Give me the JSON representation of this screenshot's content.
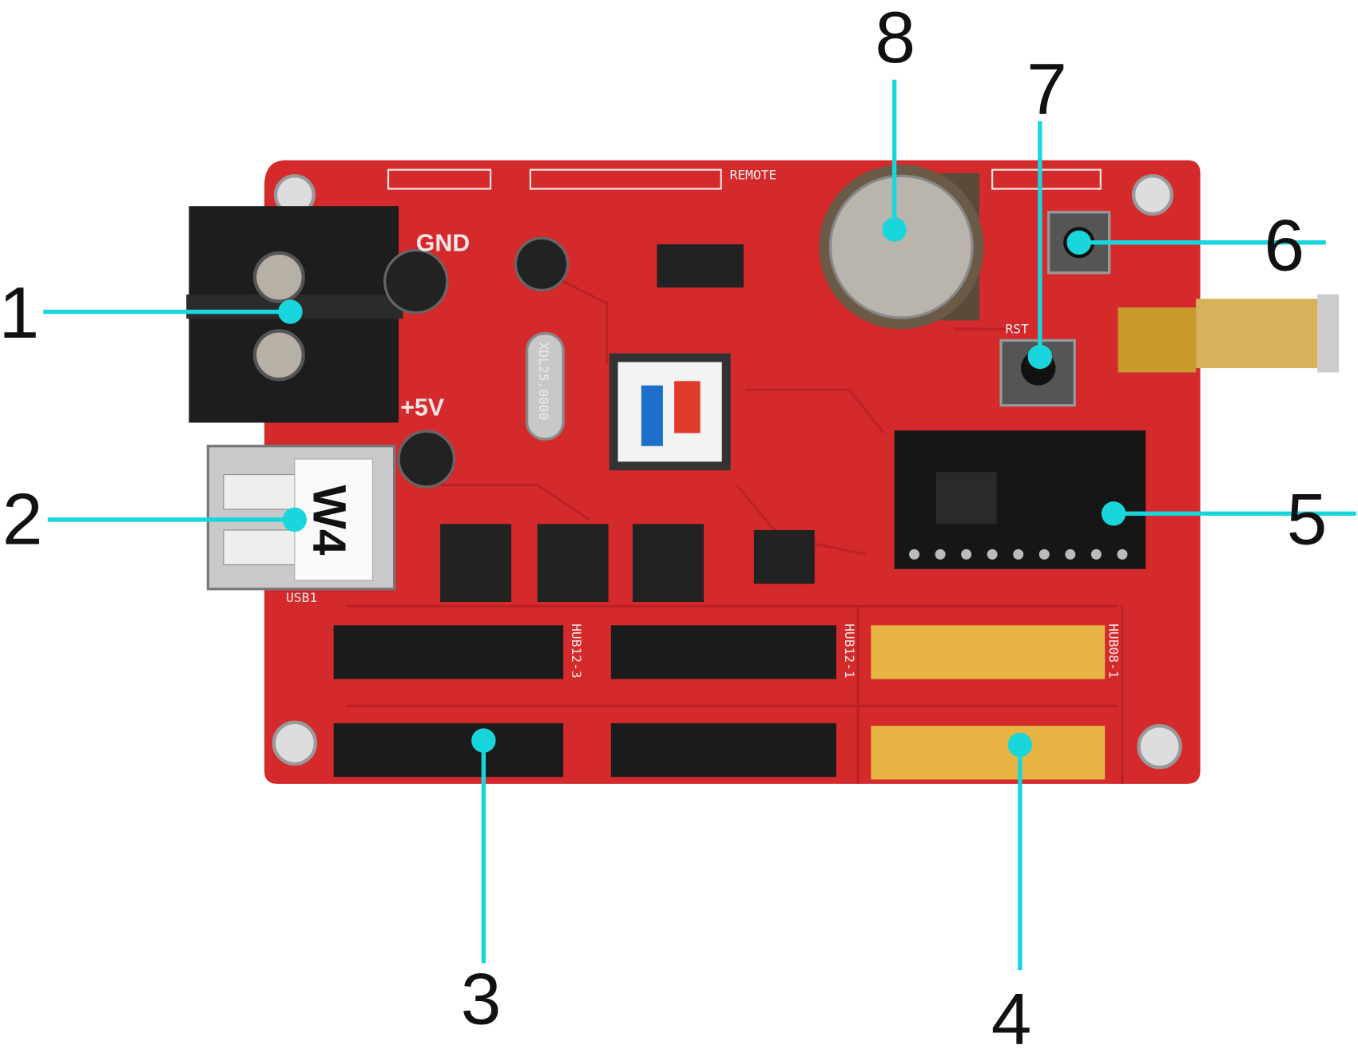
{
  "figure": {
    "callouts": [
      {
        "label": "1",
        "part": "power-terminal"
      },
      {
        "label": "2",
        "part": "usb-port"
      },
      {
        "label": "3",
        "part": "hub12-connectors"
      },
      {
        "label": "4",
        "part": "hub08-connectors"
      },
      {
        "label": "5",
        "part": "wireless-module"
      },
      {
        "label": "6",
        "part": "test-button"
      },
      {
        "label": "7",
        "part": "reset-button"
      },
      {
        "label": "8",
        "part": "coin-battery"
      }
    ],
    "board_text": {
      "sticker": "W4",
      "plus5v": "+5V",
      "gnd": "GND",
      "remote": "REMOTE",
      "rst": "RST",
      "hub12_1": "HUB12-1",
      "hub12_3": "HUB12-3",
      "hub08_1": "HUB08-1",
      "usb": "USB1",
      "crystal": "XDL25.0000"
    },
    "colors": {
      "callout": "#19d6dc",
      "board": "#d42a2c",
      "header_yellow": "#e8b444",
      "header_black": "#1b1b1b"
    }
  }
}
